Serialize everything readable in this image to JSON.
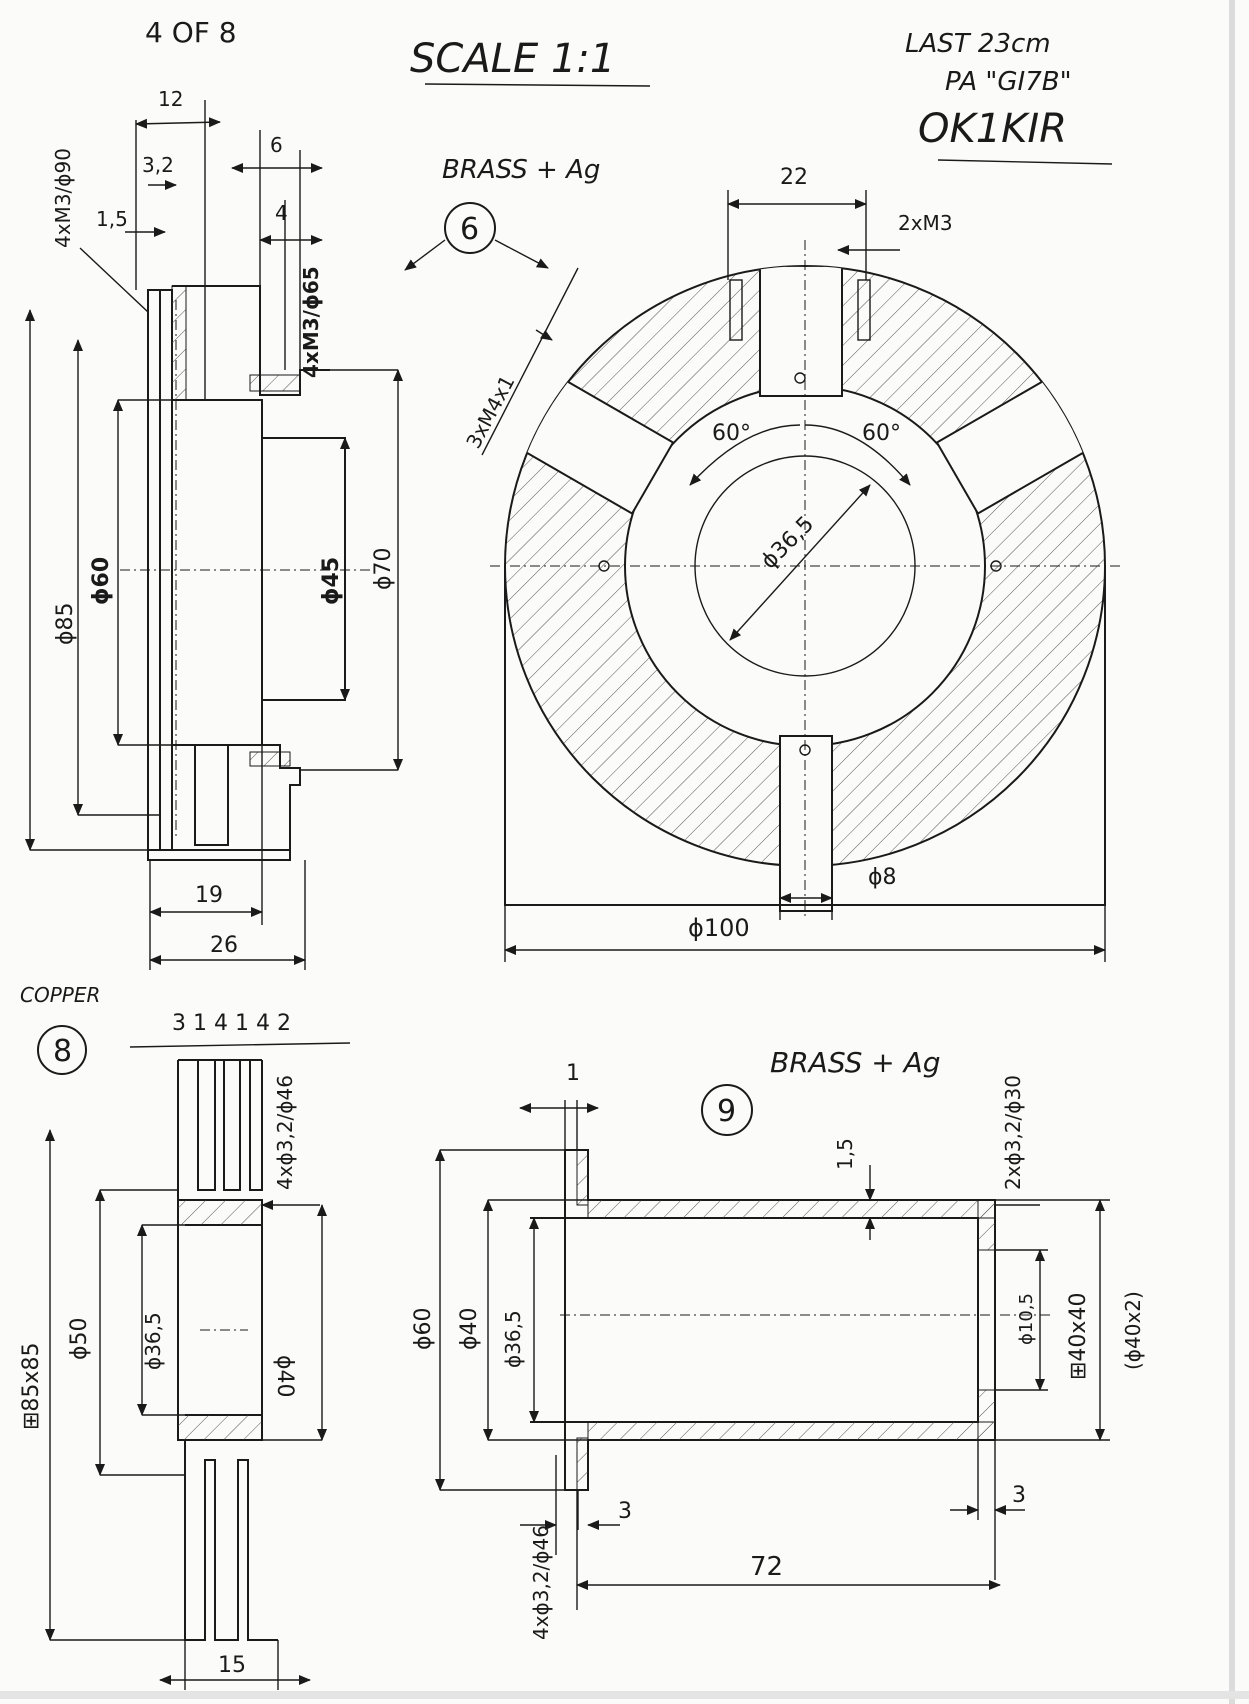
{
  "header": {
    "sheet_number": "4 OF 8",
    "scale": "SCALE 1:1",
    "band_line1": "LAST 23cm",
    "band_line2": "PA \"GI7B\"",
    "callsign": "OK1KIR"
  },
  "part6": {
    "number": "6",
    "material": "BRASS + Ag",
    "side_view": {
      "dim_12": "12",
      "dim_3_2": "3,2",
      "dim_1_5": "1,5",
      "dim_6": "6",
      "dim_4": "4",
      "holes_top": "4xM3/ϕ90",
      "holes_inner": "4xM3/ϕ65",
      "dia_85": "ϕ85",
      "dia_60": "ϕ60",
      "dia_45": "ϕ45",
      "dia_70": "ϕ70",
      "dim_19": "19",
      "dim_26": "26"
    },
    "front_view": {
      "dim_22": "22",
      "slot_holes": "2xM3",
      "thread": "3xM4x1",
      "angle_left": "60°",
      "angle_right": "60°",
      "dia_36_5": "ϕ36,5",
      "dia_8": "ϕ8",
      "dia_100": "ϕ100"
    }
  },
  "part8": {
    "number": "8",
    "material": "COPPER",
    "fins": "3 1 4 1 4 2",
    "holes": "4xϕ3,2/ϕ46",
    "square": "⊞85x85",
    "dia_50": "ϕ50",
    "dia_36_5": "ϕ36,5",
    "dia_40": "ϕ40",
    "dim_15": "15"
  },
  "part9": {
    "number": "9",
    "material": "BRASS + Ag",
    "dim_1": "1",
    "dim_1_5": "1,5",
    "holes_right": "2xϕ3,2/ϕ30",
    "dia_60": "ϕ60",
    "dia_40": "ϕ40",
    "dia_36_5": "ϕ36,5",
    "dia_10_5": "ϕ10,5",
    "square": "⊞40x40",
    "square_paren": "(ϕ40x2)",
    "holes_left": "4xϕ3,2/ϕ46",
    "dim_3_left": "3",
    "dim_3_right": "3",
    "dim_72": "72"
  }
}
